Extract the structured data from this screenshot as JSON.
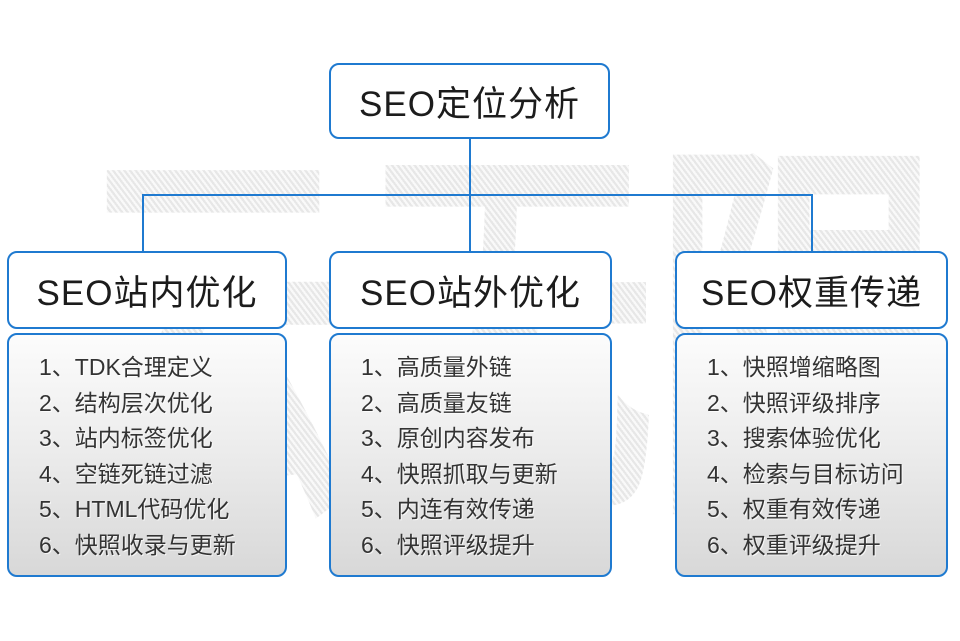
{
  "watermark": {
    "text": "云无限"
  },
  "colors": {
    "accent_blue": "#1f7ad0",
    "title_text": "#1c1c1c",
    "list_text": "#333333",
    "body_gradient_top": "#fcfcfc",
    "body_gradient_bottom": "#d8d8d8",
    "watermark_gray": "#e7e7e7"
  },
  "root": {
    "title": "SEO定位分析"
  },
  "columns": [
    {
      "title": "SEO站内优化",
      "items": [
        "1、TDK合理定义",
        "2、结构层次优化",
        "3、站内标签优化",
        "4、空链死链过滤",
        "5、HTML代码优化",
        "6、快照收录与更新"
      ]
    },
    {
      "title": "SEO站外优化",
      "items": [
        "1、高质量外链",
        "2、高质量友链",
        "3、原创内容发布",
        "4、快照抓取与更新",
        "5、内连有效传递",
        "6、快照评级提升"
      ]
    },
    {
      "title": "SEO权重传递",
      "items": [
        "1、快照增缩略图",
        "2、快照评级排序",
        "3、搜索体验优化",
        "4、检索与目标访问",
        "5、权重有效传递",
        "6、权重评级提升"
      ]
    }
  ]
}
